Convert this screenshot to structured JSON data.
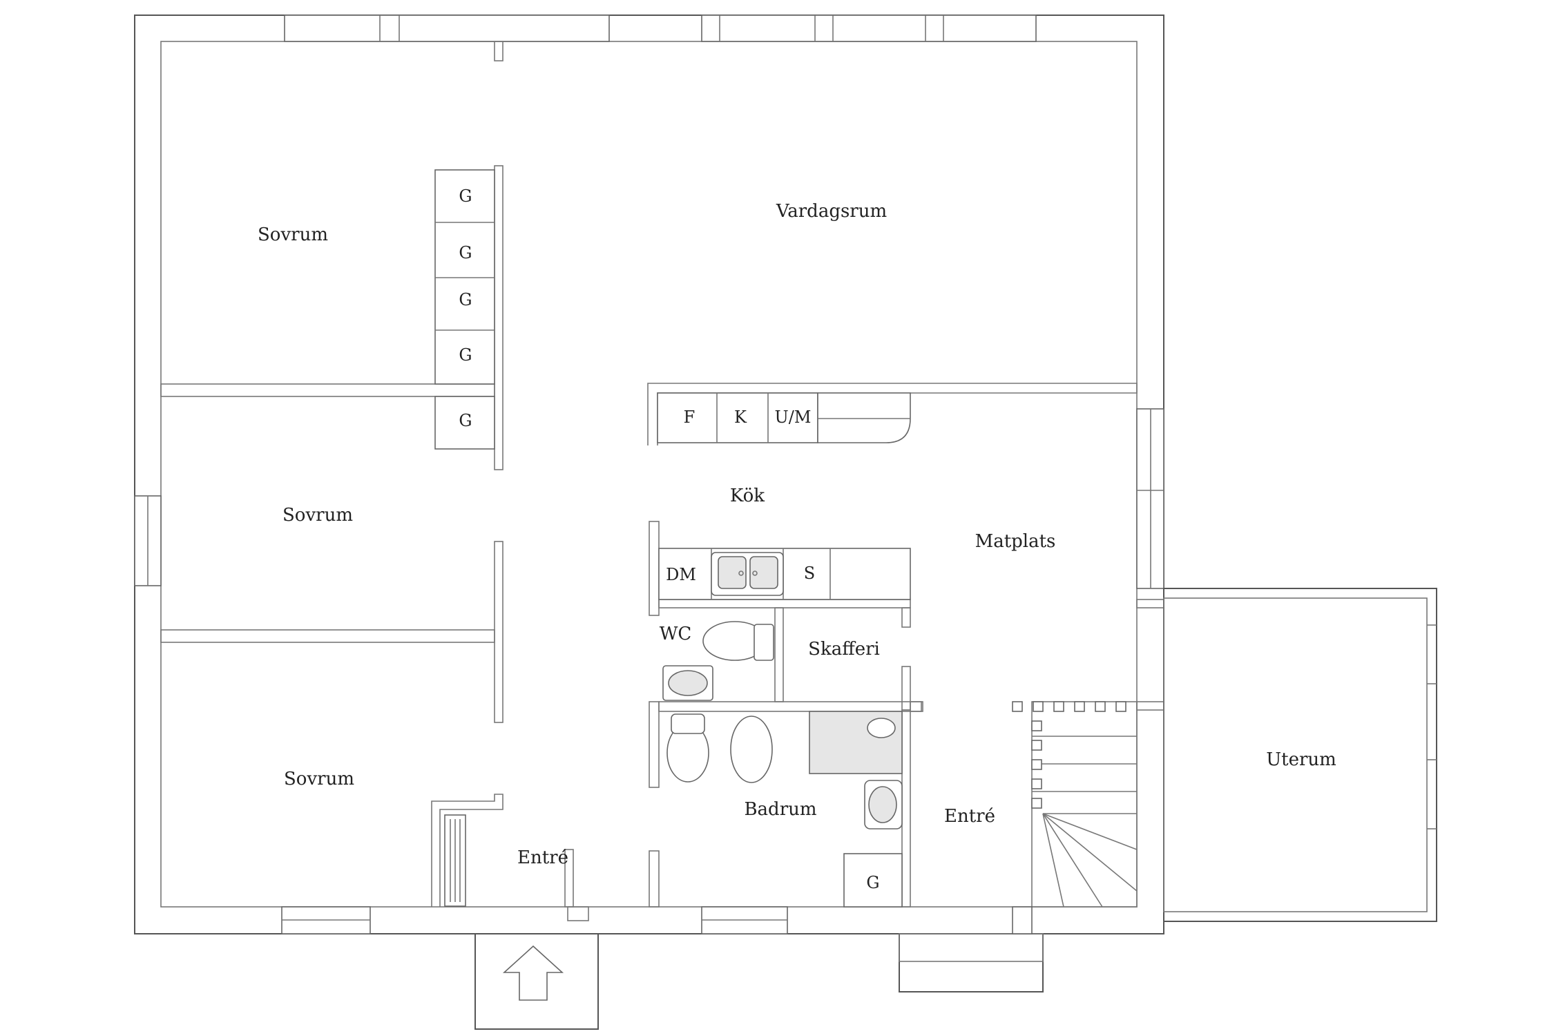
{
  "rooms": {
    "sovrum_1": "Sovrum",
    "sovrum_2": "Sovrum",
    "sovrum_3": "Sovrum",
    "vardagsrum": "Vardagsrum",
    "kok": "Kök",
    "matplats": "Matplats",
    "wc": "WC",
    "skafferi": "Skafferi",
    "badrum": "Badrum",
    "entre_left": "Entré",
    "entre_right": "Entré",
    "uterum": "Uterum"
  },
  "wardrobes": {
    "g1": "G",
    "g2": "G",
    "g3": "G",
    "g4": "G",
    "g5": "G",
    "g6": "G"
  },
  "kitchen": {
    "fridge": "F",
    "freezer": "K",
    "oven": "U/M",
    "dishwasher": "DM",
    "storage": "S"
  },
  "colors": {
    "line": "#555555",
    "background": "#ffffff"
  }
}
